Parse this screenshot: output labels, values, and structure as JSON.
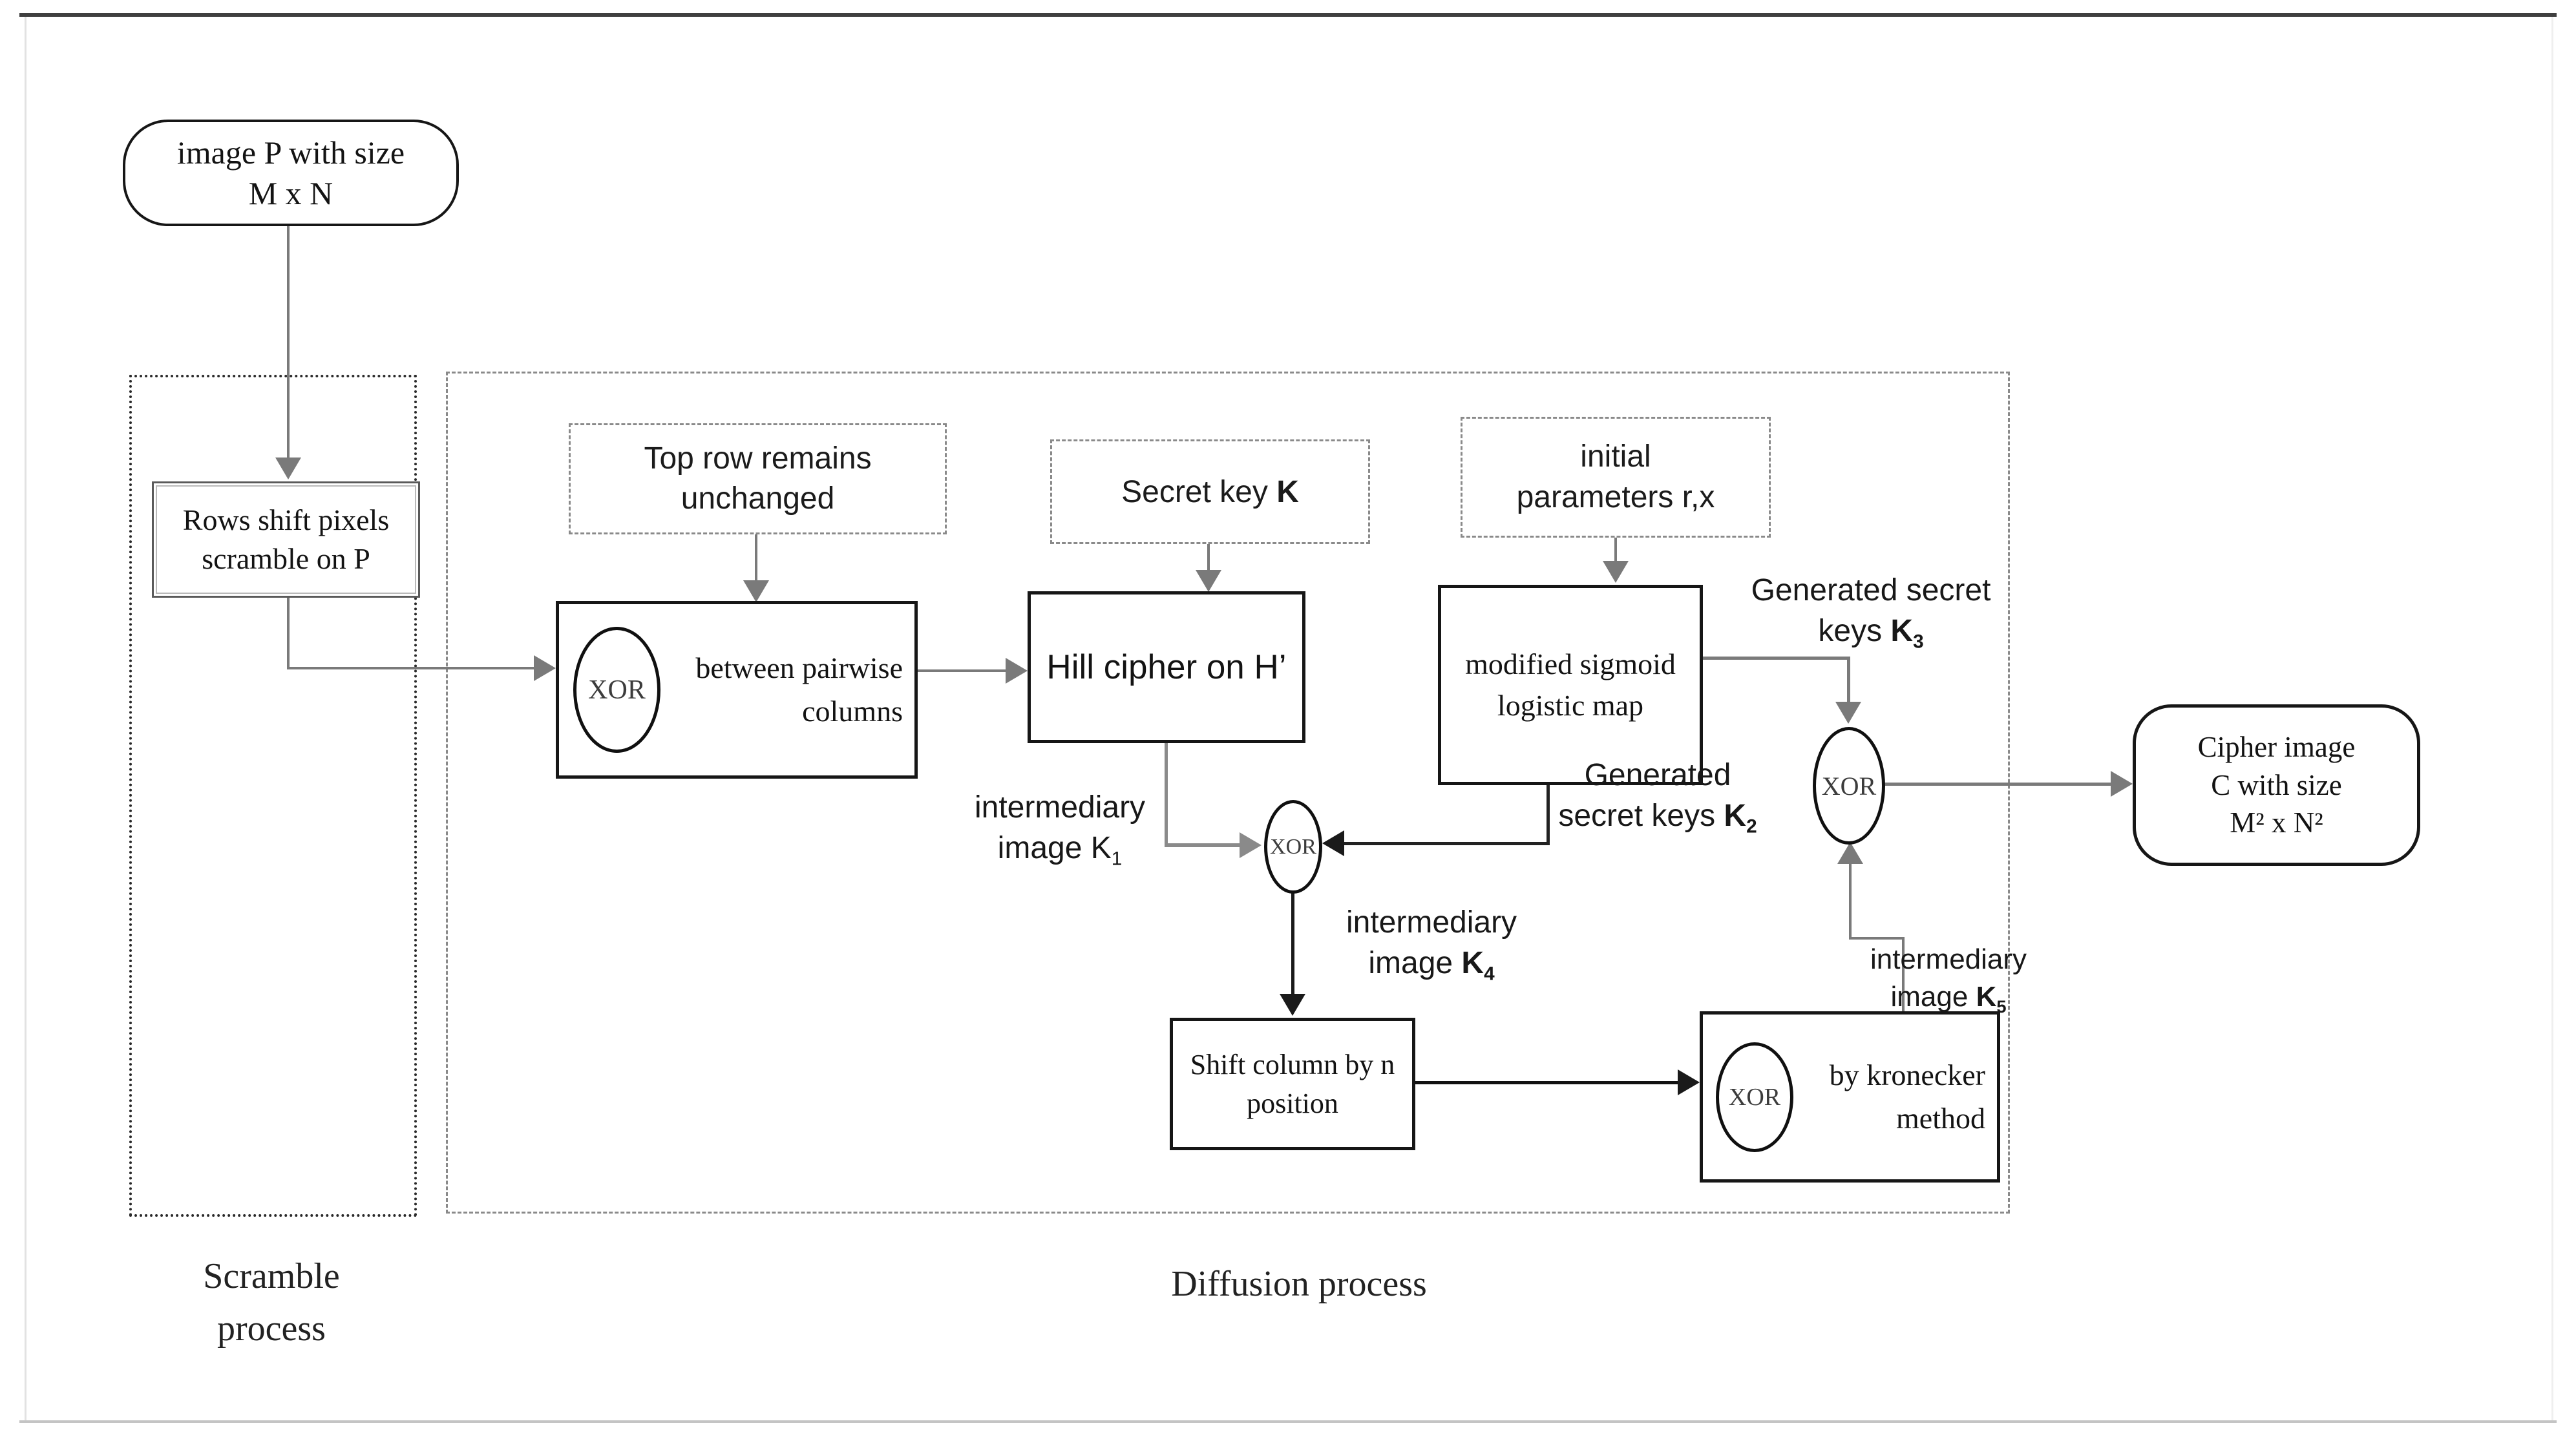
{
  "figure": {
    "title": "image encryption flow diagram"
  },
  "sections": {
    "scramble": {
      "label_line1": "Scramble",
      "label_line2": "process"
    },
    "diffusion": {
      "label": "Diffusion process"
    }
  },
  "nodes": {
    "start": {
      "line1": "image P with size",
      "line2": "M x N"
    },
    "rows": {
      "line1": "Rows shift pixels",
      "line2": "scramble on P"
    },
    "hint_top_row": {
      "line1": "Top row remains",
      "line2": "unchanged"
    },
    "hint_secret_key": {
      "pre": "Secret key ",
      "key": "K"
    },
    "hint_params": {
      "line1": "initial",
      "line2": "parameters r,x"
    },
    "pairwise": {
      "xor": "XOR",
      "line1": "between pairwise",
      "line2": "columns"
    },
    "hill": {
      "label": "Hill cipher on H’"
    },
    "sigmoid": {
      "line1": "modified sigmoid",
      "line2": "logistic map"
    },
    "shift": {
      "line1": "Shift column by n",
      "line2": "position"
    },
    "kronecker": {
      "xor": "XOR",
      "line1": "by kronecker",
      "line2": "method"
    },
    "xor_mid": {
      "label": "XOR"
    },
    "xor_right": {
      "label": "XOR"
    },
    "cipher": {
      "line1": "Cipher image",
      "line2": "C with size",
      "line3": "M² x N²"
    }
  },
  "labels": {
    "k1": {
      "line1": "intermediary",
      "line2_pre": "image ",
      "key": "K",
      "sub": "1"
    },
    "k2": {
      "line1": "Generated",
      "line2_pre": "secret keys ",
      "key": "K",
      "sub": "2"
    },
    "k3": {
      "line1": "Generated secret",
      "line2_pre": "keys ",
      "key": "K",
      "sub": "3"
    },
    "k4": {
      "line1": "intermediary",
      "line2_pre": "image ",
      "key": "K",
      "sub": "4"
    },
    "k5": {
      "line1": "intermediary",
      "line2_pre": "image ",
      "key": "K",
      "sub": "5"
    }
  },
  "colors": {
    "line_gray": "#7a7a7a",
    "line_black": "#1a1a1a",
    "border_black": "#161616",
    "dash_gray": "#8a8a8a",
    "rule_top": "#3f3f3f",
    "rule_bottom": "#c4c4c4"
  }
}
